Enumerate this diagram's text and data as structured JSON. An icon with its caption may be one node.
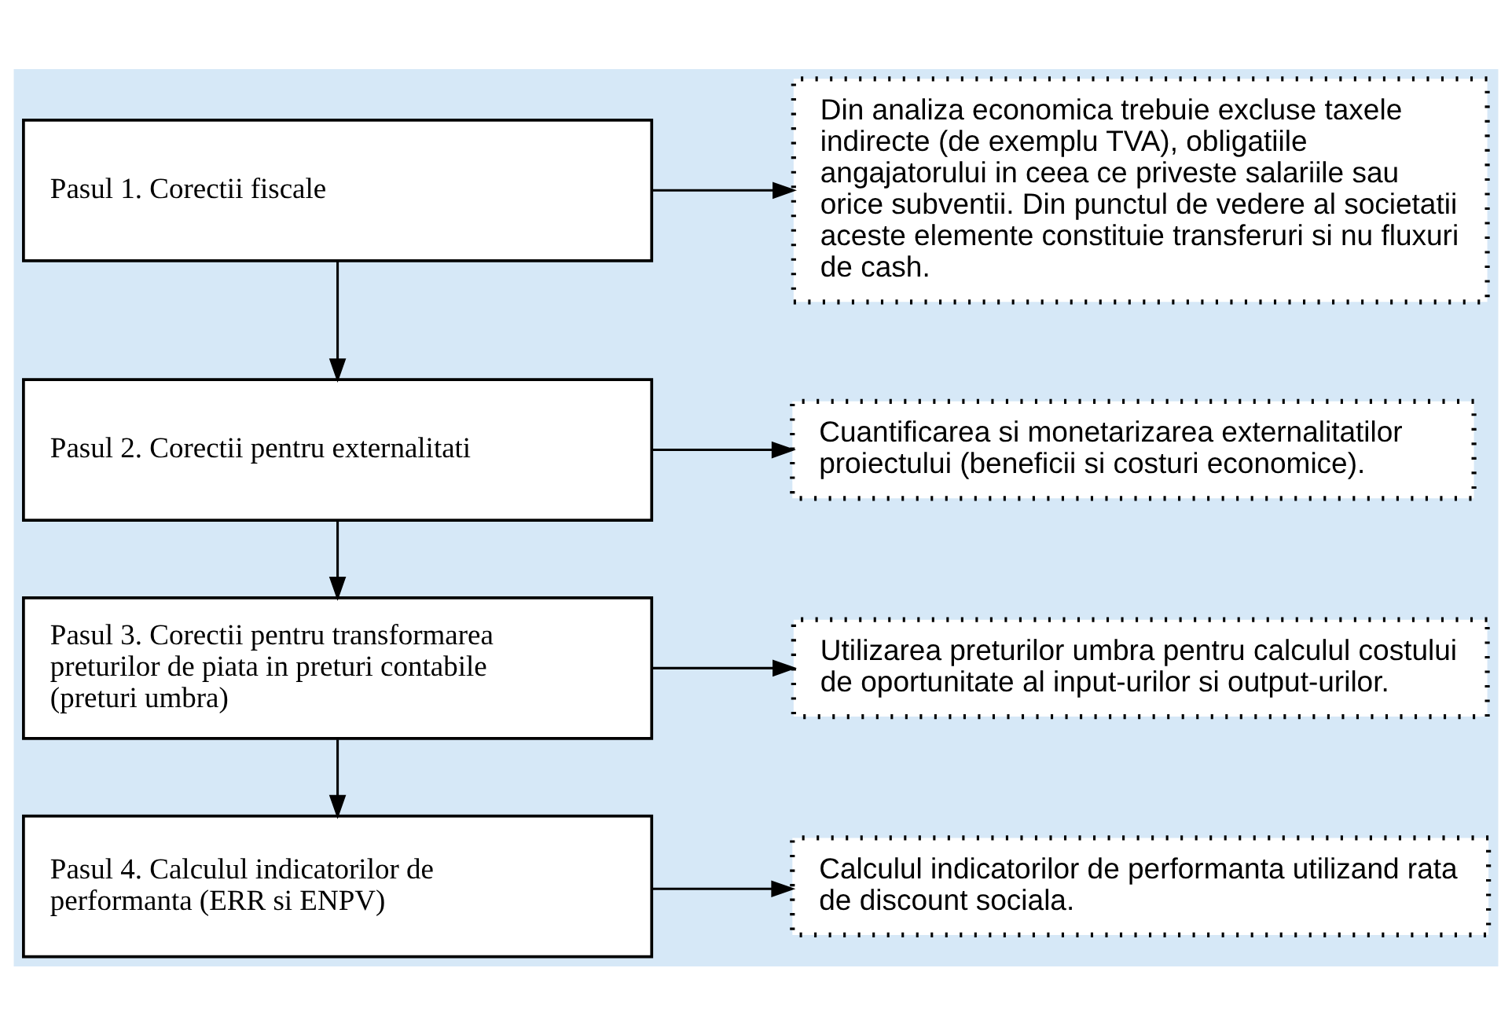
{
  "diagram": {
    "nodes": [
      {
        "text": [
          "Pasul 1. Corectii fiscale"
        ]
      },
      {
        "text": [
          "Din analiza economica trebuie excluse taxele indirecte (de exemplu TVA), obligatiile angajatorului in ceea ce priveste salariile sau orice subventii. Din punctul de vedere al societatii aceste elemente constituie transferuri si nu fluxuri de cash."
        ]
      },
      {
        "text": [
          "Pasul 2. Corectii pentru externalitati"
        ]
      },
      {
        "text": [
          "Cuantificarea si monetarizarea externalitatilor proiectului (beneficii si costuri economice)."
        ]
      },
      {
        "text": [
          "Pasul 3. Corectii pentru transformarea preturilor de piata in preturi contabile (preturi umbra)"
        ]
      },
      {
        "text": [
          "Utilizarea preturilor umbra pentru calculul costului de oportunitate al input-urilor si output-urilor."
        ]
      },
      {
        "text": [
          "Pasul 4. Calculul indicatorilor de performanta (ERR si ENPV)"
        ]
      },
      {
        "text": [
          "Calculul indicatorilor de performanta utilizand rata de discount sociala."
        ]
      }
    ],
    "edges": [
      {
        "from": 0,
        "to": 1,
        "arrow": "to"
      },
      {
        "from": 0,
        "to": 2,
        "arrow": "to"
      },
      {
        "from": 2,
        "to": 3,
        "arrow": "to"
      },
      {
        "from": 2,
        "to": 4,
        "arrow": "to"
      },
      {
        "from": 4,
        "to": 5,
        "arrow": "to"
      },
      {
        "from": 4,
        "to": 6,
        "arrow": "to"
      },
      {
        "from": 6,
        "to": 7,
        "arrow": "to"
      }
    ]
  }
}
